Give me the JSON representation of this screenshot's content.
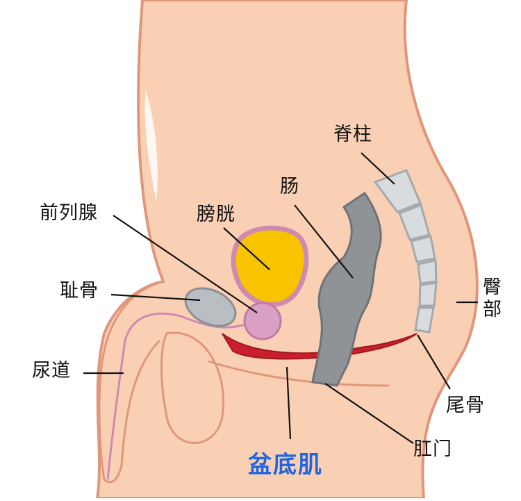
{
  "title": "盆底肌",
  "labels": {
    "spine": "脊柱",
    "intestine": "肠",
    "bladder": "膀胱",
    "prostate": "前列腺",
    "pubic_bone": "耻骨",
    "urethra": "尿道",
    "buttocks": "臀部",
    "coccyx": "尾骨",
    "anus": "肛门"
  },
  "colors": {
    "skin": "#f9d0b4",
    "outline": "#e0967a",
    "bladder_fill": "#f8c400",
    "bladder_rim": "#cf8ab0",
    "prostate": "#d9a0c4",
    "muscle": "#c8202a",
    "bone": "#b9bec2",
    "intestine": "#8f9397",
    "title": "#2166e0"
  }
}
